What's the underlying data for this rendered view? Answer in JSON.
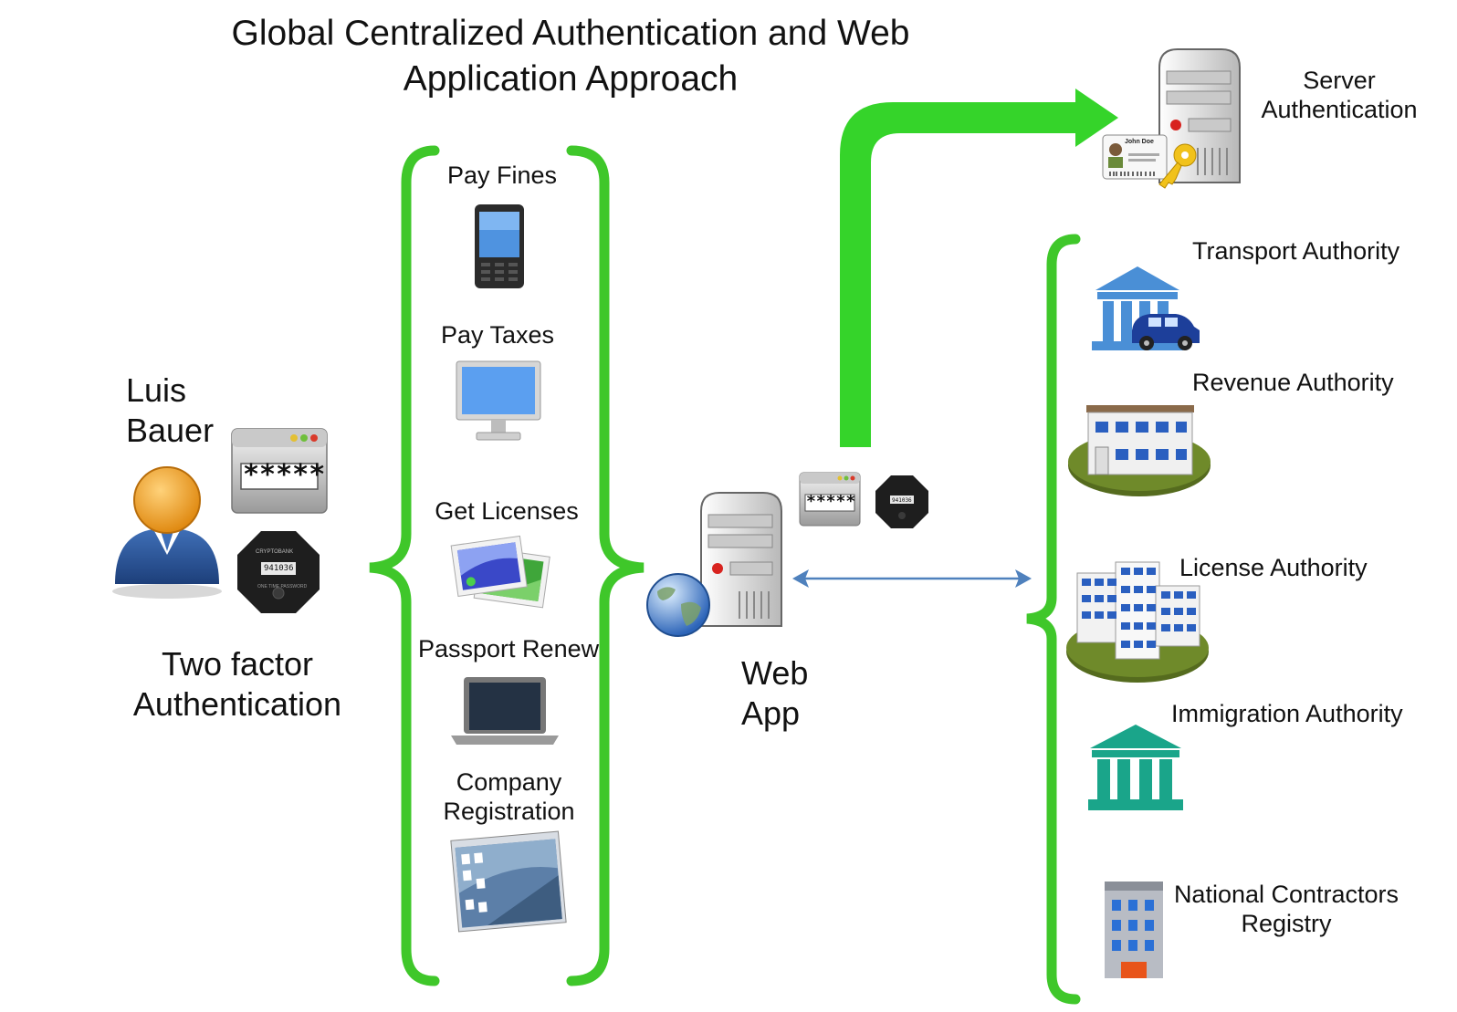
{
  "title": {
    "line1": "Global Centralized Authentication and Web",
    "line2": "Application Approach"
  },
  "user": {
    "name_line1": "Luis",
    "name_line2": "Bauer",
    "auth_line1": "Two factor",
    "auth_line2": "Authentication",
    "password_mask": "*****",
    "token_brand": "CRYPTOBANK",
    "token_code": "941036",
    "token_caption": "ONE TIME PASSWORD"
  },
  "services": [
    {
      "label": "Pay Fines",
      "icon": "mobile-phone-icon"
    },
    {
      "label": "Pay Taxes",
      "icon": "monitor-icon"
    },
    {
      "label": "Get Licenses",
      "icon": "photo-frames-icon"
    },
    {
      "label": "Passport Renew",
      "icon": "laptop-icon"
    },
    {
      "label": "Company",
      "label2": "Registration",
      "icon": "desktop-window-icon"
    }
  ],
  "webapp": {
    "line1": "Web",
    "line2": "App",
    "password_mask": "*****",
    "token_code": "941036"
  },
  "server_auth": {
    "line1": "Server",
    "line2": "Authentication",
    "card_name": "John Doe"
  },
  "agencies": [
    {
      "label": "Transport Authority",
      "icon": "transport-authority-icon"
    },
    {
      "label": "Revenue Authority",
      "icon": "revenue-office-icon"
    },
    {
      "label": "License Authority",
      "icon": "license-office-icon"
    },
    {
      "label": "Immigration Authority",
      "icon": "immigration-building-icon"
    },
    {
      "label": "National Contractors",
      "label2": "Registry",
      "icon": "contractors-tower-icon"
    }
  ],
  "colors": {
    "bracket_green": "#3fc72a",
    "arrow_green": "#35d42a",
    "connector_blue": "#4f81bd",
    "building_blue": "#4a8fd6",
    "building_teal": "#1aa58a"
  }
}
